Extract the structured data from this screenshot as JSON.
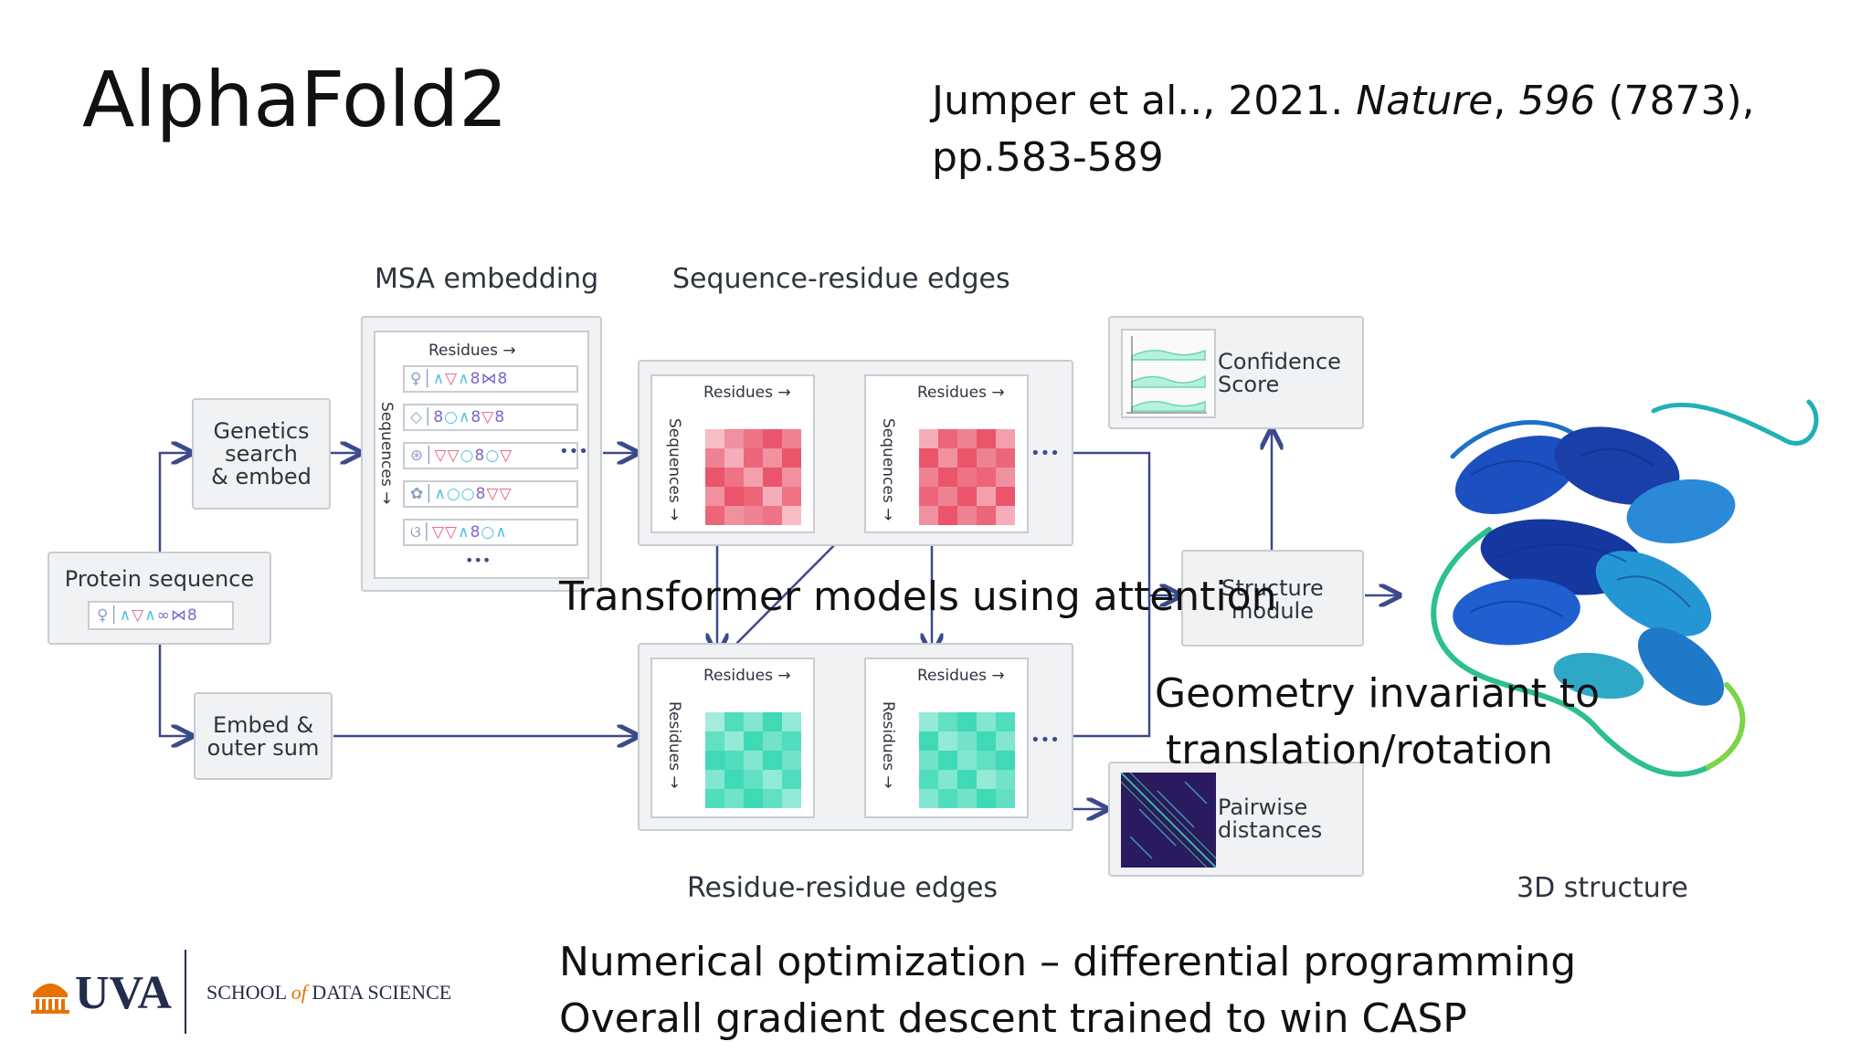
{
  "slide": {
    "title": "AlphaFold2",
    "citation_prefix": "Jumper et al.., 2021. ",
    "citation_journal": "Nature",
    "citation_sep": ", ",
    "citation_volume": "596",
    "citation_rest": " (7873),",
    "citation_pages": "pp.583-589"
  },
  "diagram": {
    "msa_embedding": "MSA embedding",
    "sequence_residue_edges": "Sequence-residue edges",
    "residue_residue_edges": "Residue-residue edges",
    "structure_3d": "3D structure",
    "genetics_search_line1": "Genetics",
    "genetics_search_line2": "search",
    "genetics_search_line3": "& embed",
    "protein_sequence": "Protein sequence",
    "embed_outer_line1": "Embed &",
    "embed_outer_line2": "outer sum",
    "confidence_line1": "Confidence",
    "confidence_line2": "Score",
    "structure_module_line1": "Structure",
    "structure_module_line2": "module",
    "pairwise_line1": "Pairwise",
    "pairwise_line2": "distances",
    "residues": "Residues →",
    "sequences": "Sequences →",
    "residues_vertical": "Residues →",
    "ellipsis": "•••"
  },
  "overlays": {
    "transformer": "Transformer models using attention",
    "geometry_line1": "Geometry invariant to",
    "geometry_line2": "translation/rotation"
  },
  "bottom": {
    "line1": "Numerical optimization – differential programming",
    "line2": "Overall gradient descent trained to win CASP"
  },
  "logo": {
    "uva": "UVA",
    "school_prefix": "SCHOOL ",
    "school_of": "of",
    "school_suffix": " DATA SCIENCE"
  },
  "colors": {
    "arrow": "#3b4a8c",
    "heat_red": "#e8475f",
    "heat_teal": "#2fd6b0",
    "uva_orange": "#e57200",
    "uva_navy": "#232d4b"
  },
  "chart_data": {
    "heatmap_red_1": [
      [
        0.2,
        0.5,
        0.7,
        0.9,
        0.6
      ],
      [
        0.6,
        0.3,
        0.8,
        0.5,
        0.9
      ],
      [
        0.9,
        0.7,
        0.4,
        0.9,
        0.5
      ],
      [
        0.5,
        0.9,
        0.8,
        0.3,
        0.7
      ],
      [
        0.8,
        0.5,
        0.6,
        0.7,
        0.2
      ]
    ],
    "heatmap_red_2": [
      [
        0.3,
        0.8,
        0.6,
        0.9,
        0.4
      ],
      [
        0.9,
        0.5,
        0.9,
        0.6,
        0.8
      ],
      [
        0.6,
        0.9,
        0.7,
        0.8,
        0.5
      ],
      [
        0.8,
        0.6,
        0.9,
        0.4,
        0.9
      ],
      [
        0.5,
        0.9,
        0.6,
        0.8,
        0.3
      ]
    ],
    "heatmap_teal_1": [
      [
        0.3,
        0.8,
        0.5,
        0.9,
        0.4
      ],
      [
        0.7,
        0.4,
        0.9,
        0.6,
        0.8
      ],
      [
        0.9,
        0.8,
        0.5,
        0.9,
        0.6
      ],
      [
        0.5,
        0.9,
        0.7,
        0.4,
        0.8
      ],
      [
        0.8,
        0.6,
        0.9,
        0.7,
        0.4
      ]
    ],
    "heatmap_teal_2": [
      [
        0.4,
        0.7,
        0.9,
        0.5,
        0.8
      ],
      [
        0.9,
        0.4,
        0.6,
        0.9,
        0.5
      ],
      [
        0.6,
        0.9,
        0.5,
        0.7,
        0.9
      ],
      [
        0.8,
        0.5,
        0.9,
        0.4,
        0.6
      ],
      [
        0.5,
        0.8,
        0.6,
        0.9,
        0.7
      ]
    ]
  }
}
